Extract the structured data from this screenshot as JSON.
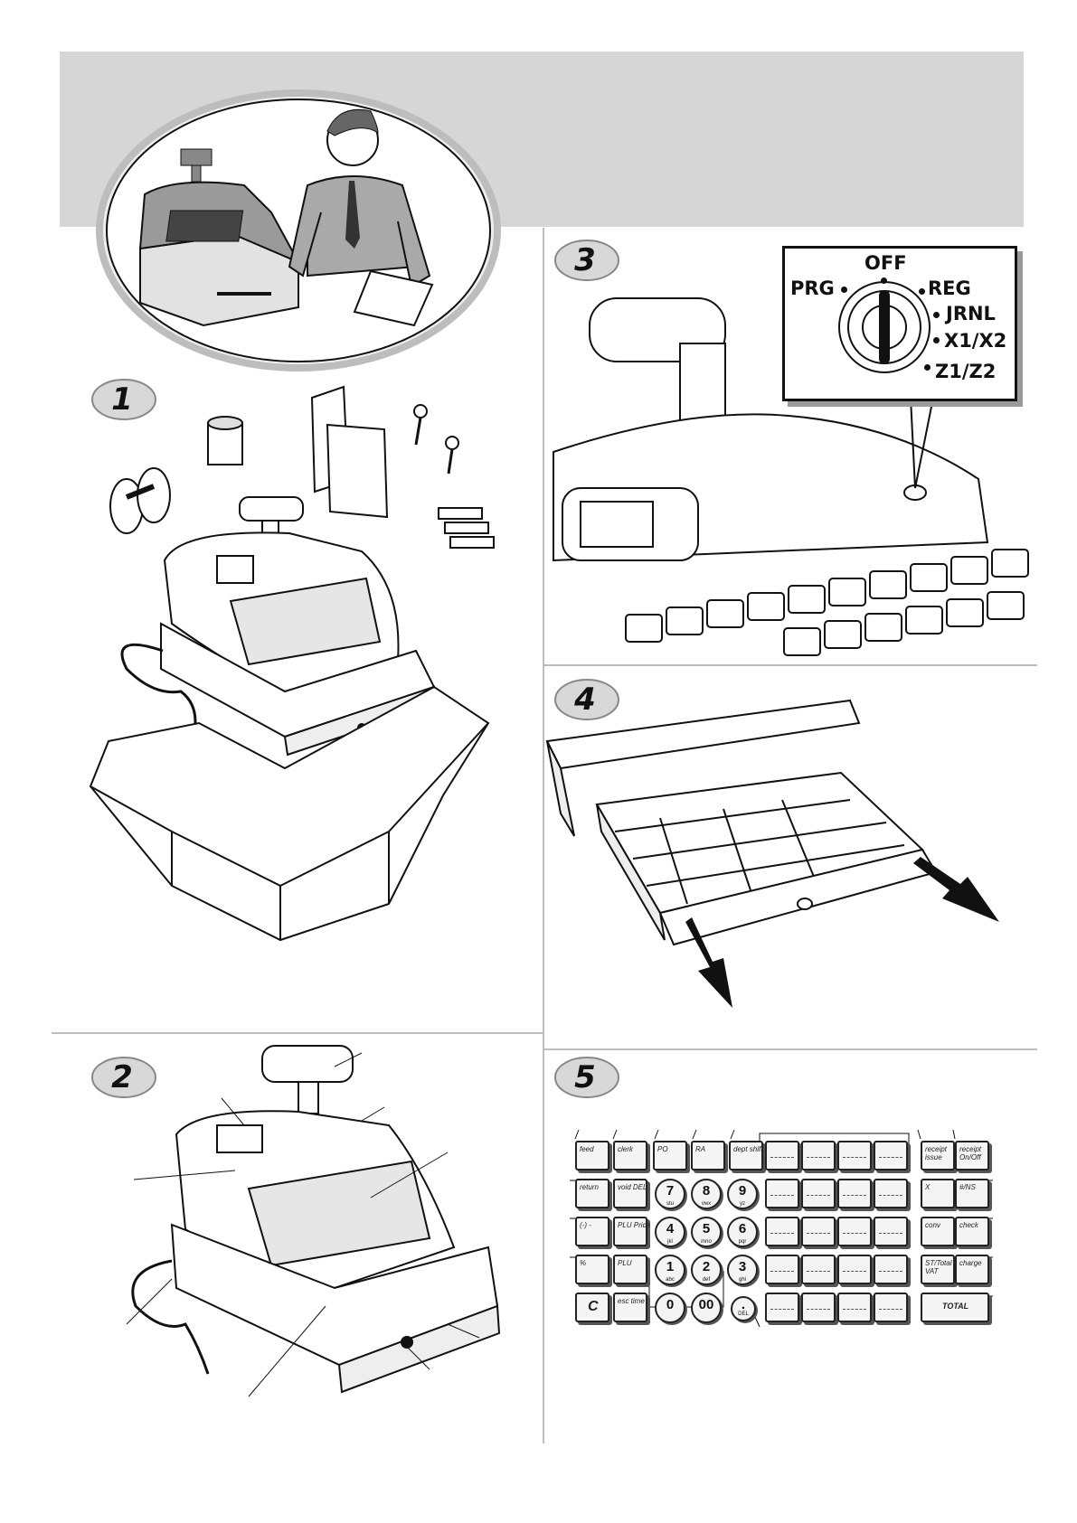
{
  "steps": [
    "1",
    "2",
    "3",
    "4",
    "5"
  ],
  "selector": {
    "labels": [
      "PRG",
      "OFF",
      "REG",
      "JRNL",
      "X1/X2",
      "Z1/Z2"
    ]
  },
  "keyboard": {
    "fn_keys": [
      {
        "id": "feed",
        "label": "feed"
      },
      {
        "id": "clerk",
        "label": "clerk"
      },
      {
        "id": "po",
        "label": "PO"
      },
      {
        "id": "ra",
        "label": "RA"
      },
      {
        "id": "dept-shift",
        "label": "dept shift"
      },
      {
        "id": "return",
        "label": "return"
      },
      {
        "id": "void",
        "label": "void DEL"
      },
      {
        "id": "minus",
        "label": "(-) -"
      },
      {
        "id": "plu-price",
        "label": "PLU Price"
      },
      {
        "id": "percent",
        "label": "%"
      },
      {
        "id": "plu",
        "label": "PLU"
      },
      {
        "id": "clear",
        "label": "C"
      },
      {
        "id": "esc-time",
        "label": "esc time"
      },
      {
        "id": "receipt-issue",
        "label": "receipt issue"
      },
      {
        "id": "receipt-onoff",
        "label": "receipt On/Off"
      },
      {
        "id": "x",
        "label": "X"
      },
      {
        "id": "nns",
        "label": "#/NS"
      },
      {
        "id": "conv",
        "label": "conv"
      },
      {
        "id": "check",
        "label": "check"
      },
      {
        "id": "subtotal-vat",
        "label": "ST/Total VAT"
      },
      {
        "id": "charge",
        "label": "charge"
      },
      {
        "id": "total",
        "label": "TOTAL"
      }
    ],
    "num_keys": [
      {
        "label": "7",
        "sub": "stu"
      },
      {
        "label": "8",
        "sub": "vwx"
      },
      {
        "label": "9",
        "sub": "yz"
      },
      {
        "label": "4",
        "sub": "jkl"
      },
      {
        "label": "5",
        "sub": "mno"
      },
      {
        "label": "6",
        "sub": "pqr"
      },
      {
        "label": "1",
        "sub": "abc"
      },
      {
        "label": "2",
        "sub": "def"
      },
      {
        "label": "3",
        "sub": "ghi"
      },
      {
        "label": "0",
        "sub": ""
      },
      {
        "label": "00",
        "sub": ""
      },
      {
        "label": ".",
        "sub": "DEL"
      }
    ]
  }
}
